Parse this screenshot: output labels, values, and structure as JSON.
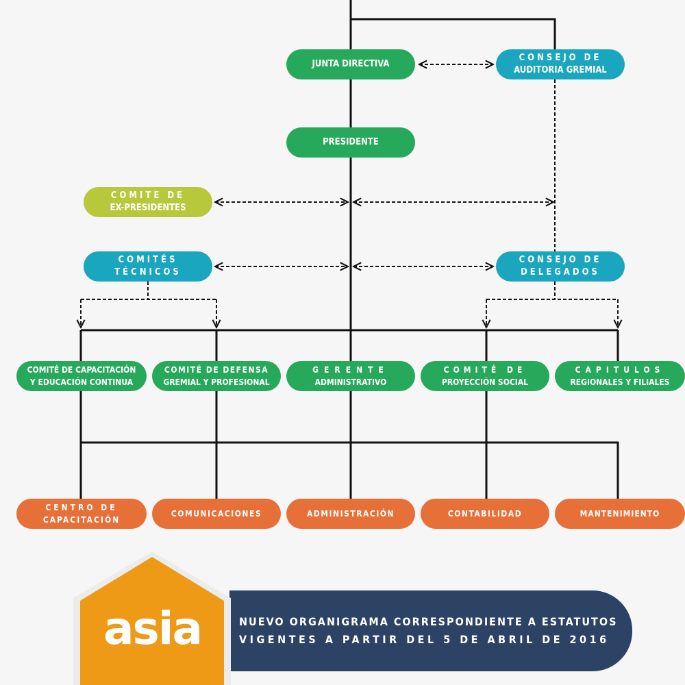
{
  "top_nodes": {
    "junta": "JUNTA DIRECTIVA",
    "consejo_auditoria": [
      "CONSEJO DE",
      "AUDITORIA GREMIAL"
    ],
    "presidente": "PRESIDENTE",
    "ex_presidentes": [
      "COMITE DE",
      "EX-PRESIDENTES"
    ],
    "comites_tecnicos": [
      "COMITÉS",
      "TÉCNICOS"
    ],
    "consejo_delegados": [
      "CONSEJO DE",
      "DELEGADOS"
    ]
  },
  "row2": [
    [
      "COMITÉ DE CAPACITACIÓN",
      "Y EDUCACIÓN CONTINUA"
    ],
    [
      "COMITÉ DE DEFENSA",
      "GREMIAL Y PROFESIONAL"
    ],
    [
      "GERENTE",
      "ADMINISTRATIVO"
    ],
    [
      "COMITÉ DE",
      "PROYECCIÓN SOCIAL"
    ],
    [
      "CAPITULOS",
      "REGIONALES Y FILIALES"
    ]
  ],
  "row3": [
    [
      "CENTRO DE",
      "CAPACITACIÓN"
    ],
    [
      "COMUNICACIONES"
    ],
    [
      "ADMINISTRACIÓN"
    ],
    [
      "CONTABILIDAD"
    ],
    [
      "MANTENIMIENTO"
    ]
  ],
  "footer": {
    "logo": "asia",
    "line1": "NUEVO ORGANIGRAMA CORRESPONDIENTE A ESTATUTOS",
    "line2": "VIGENTES A PARTIR DEL 5 DE ABRIL DE 2016"
  },
  "colors": {
    "green": "#27a95b",
    "teal": "#1ba6c0",
    "olive": "#b7c83b",
    "orange": "#e76f38",
    "navy": "#2c4365",
    "logo": "#ef9a17"
  }
}
